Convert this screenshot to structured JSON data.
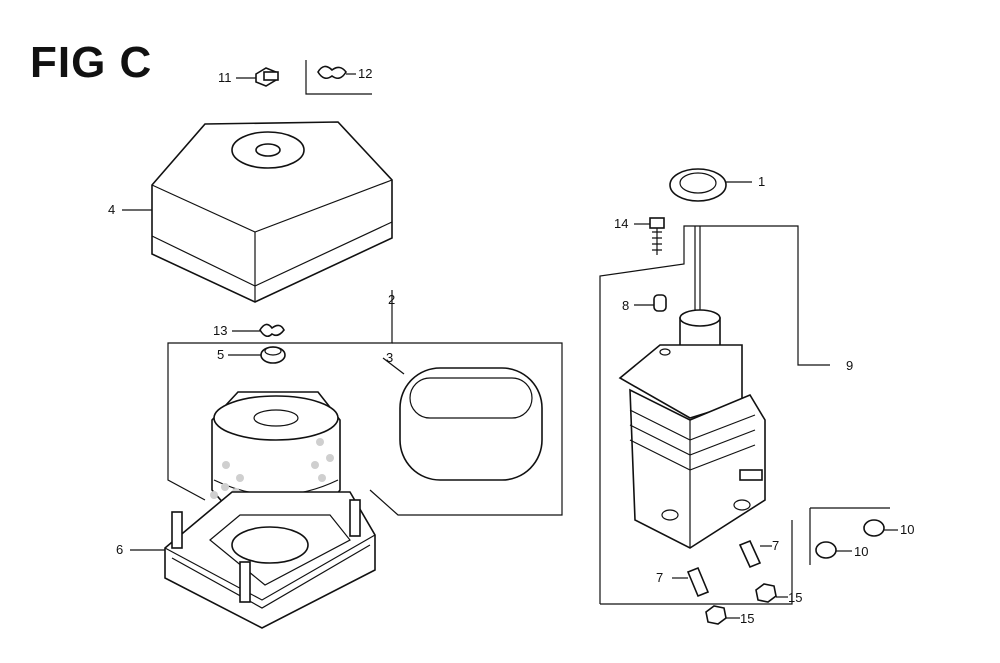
{
  "figure": {
    "title": "FIG C"
  },
  "callouts": [
    {
      "id": "c1",
      "label": "1"
    },
    {
      "id": "c2",
      "label": "2"
    },
    {
      "id": "c3",
      "label": "3"
    },
    {
      "id": "c4",
      "label": "4"
    },
    {
      "id": "c5",
      "label": "5"
    },
    {
      "id": "c6",
      "label": "6"
    },
    {
      "id": "c7a",
      "label": "7"
    },
    {
      "id": "c7b",
      "label": "7"
    },
    {
      "id": "c8",
      "label": "8"
    },
    {
      "id": "c9",
      "label": "9"
    },
    {
      "id": "c10a",
      "label": "10"
    },
    {
      "id": "c10b",
      "label": "10"
    },
    {
      "id": "c11",
      "label": "11"
    },
    {
      "id": "c12",
      "label": "12"
    },
    {
      "id": "c13",
      "label": "13"
    },
    {
      "id": "c14",
      "label": "14"
    },
    {
      "id": "c15a",
      "label": "15"
    },
    {
      "id": "c15b",
      "label": "15"
    }
  ]
}
